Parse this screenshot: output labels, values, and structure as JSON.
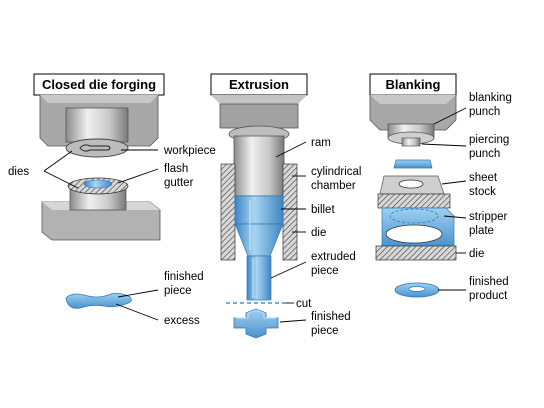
{
  "panels": [
    {
      "title": "Closed die forging",
      "labels": {
        "dies": "dies",
        "workpiece": "workpiece",
        "flash": "flash",
        "gutter": "gutter",
        "finished": "finished",
        "piece": "piece",
        "excess": "excess"
      }
    },
    {
      "title": "Extrusion",
      "labels": {
        "ram": "ram",
        "cylindrical": "cylindrical",
        "chamber": "chamber",
        "billet": "billet",
        "die": "die",
        "extruded": "extruded",
        "piece": "piece",
        "cut": "cut",
        "finished": "finished",
        "finished_piece": "piece"
      }
    },
    {
      "title": "Blanking",
      "labels": {
        "blanking": "blanking",
        "punch": "punch",
        "piercing": "piercing",
        "punch2": "punch",
        "sheet": "sheet",
        "stock": "stock",
        "stripper": "stripper",
        "plate": "plate",
        "die": "die",
        "finished": "finished",
        "product": "product"
      }
    }
  ],
  "colors": {
    "metal_light": "#dedede",
    "metal_mid": "#b4b4b4",
    "metal_dark": "#7f7f7f",
    "blue_light": "#a9d4ef",
    "blue_mid": "#5aa6db",
    "blue_dark": "#2e78b8",
    "hatch": "#3a3a3a"
  }
}
